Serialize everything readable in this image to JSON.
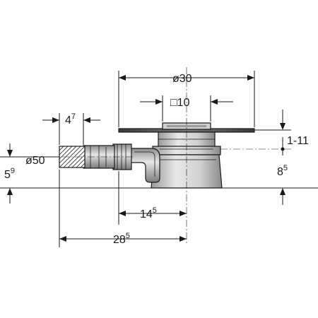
{
  "dimensions": {
    "top_width": {
      "prefix": "ø",
      "value": "30"
    },
    "grate_width": {
      "prefix": "□",
      "value": "10"
    },
    "outlet_length": {
      "value": "4",
      "superscript": "7"
    },
    "height_left": {
      "value": "5",
      "superscript": "9"
    },
    "outlet_diameter": {
      "prefix": "ø",
      "value": "50"
    },
    "height_range": {
      "value": "1-11"
    },
    "body_height": {
      "value": "8",
      "superscript": "5"
    },
    "center_offset": {
      "value": "14",
      "superscript": "5"
    },
    "total_length": {
      "value": "28",
      "superscript": "5"
    }
  }
}
